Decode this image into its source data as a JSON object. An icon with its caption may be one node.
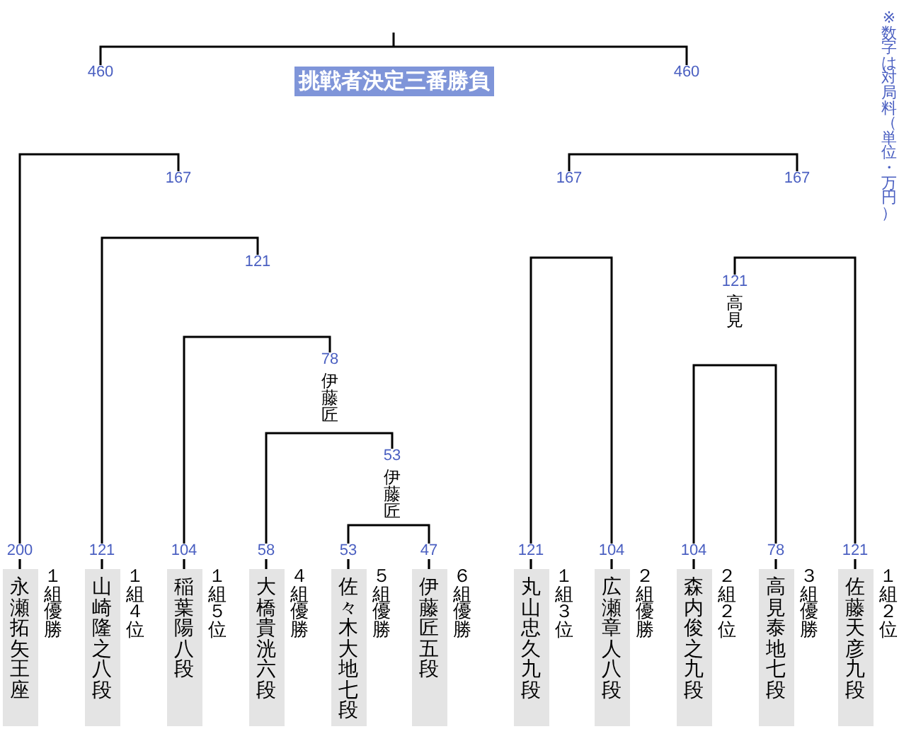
{
  "diagram": {
    "title": "挑戦者決定三番勝負",
    "nodes": [
      {
        "text": [
          "460"
        ]
      },
      {
        "text": [
          "460"
        ]
      },
      {
        "text": [
          "167"
        ]
      },
      {
        "text": [
          "167"
        ]
      },
      {
        "text": [
          "167"
        ]
      },
      {
        "text": [
          "121"
        ]
      },
      {
        "text": [
          "121",
          "高見"
        ]
      },
      {
        "text": [
          "78",
          "伊藤匠"
        ]
      },
      {
        "text": [
          "53",
          "伊藤匠"
        ]
      },
      {
        "text": [
          "200",
          "永瀬拓矢王座"
        ],
        "beside": [
          "１組優勝"
        ]
      },
      {
        "text": [
          "121",
          "山崎隆之八段"
        ],
        "beside": [
          "１組４位"
        ]
      },
      {
        "text": [
          "104",
          "稲葉陽八段"
        ],
        "beside": [
          "１組５位"
        ]
      },
      {
        "text": [
          "58",
          "大橋貴洸六段"
        ],
        "beside": [
          "４組優勝"
        ]
      },
      {
        "text": [
          "53",
          "佐々木大地七段"
        ],
        "beside": [
          "５組優勝"
        ]
      },
      {
        "text": [
          "47",
          "伊藤匠五段"
        ],
        "beside": [
          "６組優勝"
        ]
      },
      {
        "text": [
          "121",
          "丸山忠久九段"
        ],
        "beside": [
          "１組３位"
        ]
      },
      {
        "text": [
          "104",
          "広瀬章人八段"
        ],
        "beside": [
          "２組優勝"
        ]
      },
      {
        "text": [
          "104",
          "森内俊之九段"
        ],
        "beside": [
          "２組２位"
        ]
      },
      {
        "text": [
          "78",
          "高見泰地七段"
        ],
        "beside": [
          "３組優勝"
        ]
      },
      {
        "text": [
          "121",
          "佐藤天彦九段"
        ],
        "beside": [
          "１組２位"
        ]
      }
    ],
    "edges": [
      {
        "from": 0,
        "to": 1,
        "arrow": "none"
      },
      {
        "from": 9,
        "to": 2,
        "arrow": "none"
      },
      {
        "from": 3,
        "to": 4,
        "arrow": "none"
      },
      {
        "from": 10,
        "to": 5,
        "arrow": "none"
      },
      {
        "from": 6,
        "to": 19,
        "arrow": "none"
      },
      {
        "from": 15,
        "to": 16,
        "arrow": "none"
      },
      {
        "from": 11,
        "to": 7,
        "arrow": "none"
      },
      {
        "from": 17,
        "to": 18,
        "arrow": "none"
      },
      {
        "from": 12,
        "to": 8,
        "arrow": "none"
      },
      {
        "from": 13,
        "to": 14,
        "arrow": "none"
      }
    ],
    "labels": [
      "※数字は対局料（単位・万円）"
    ]
  }
}
